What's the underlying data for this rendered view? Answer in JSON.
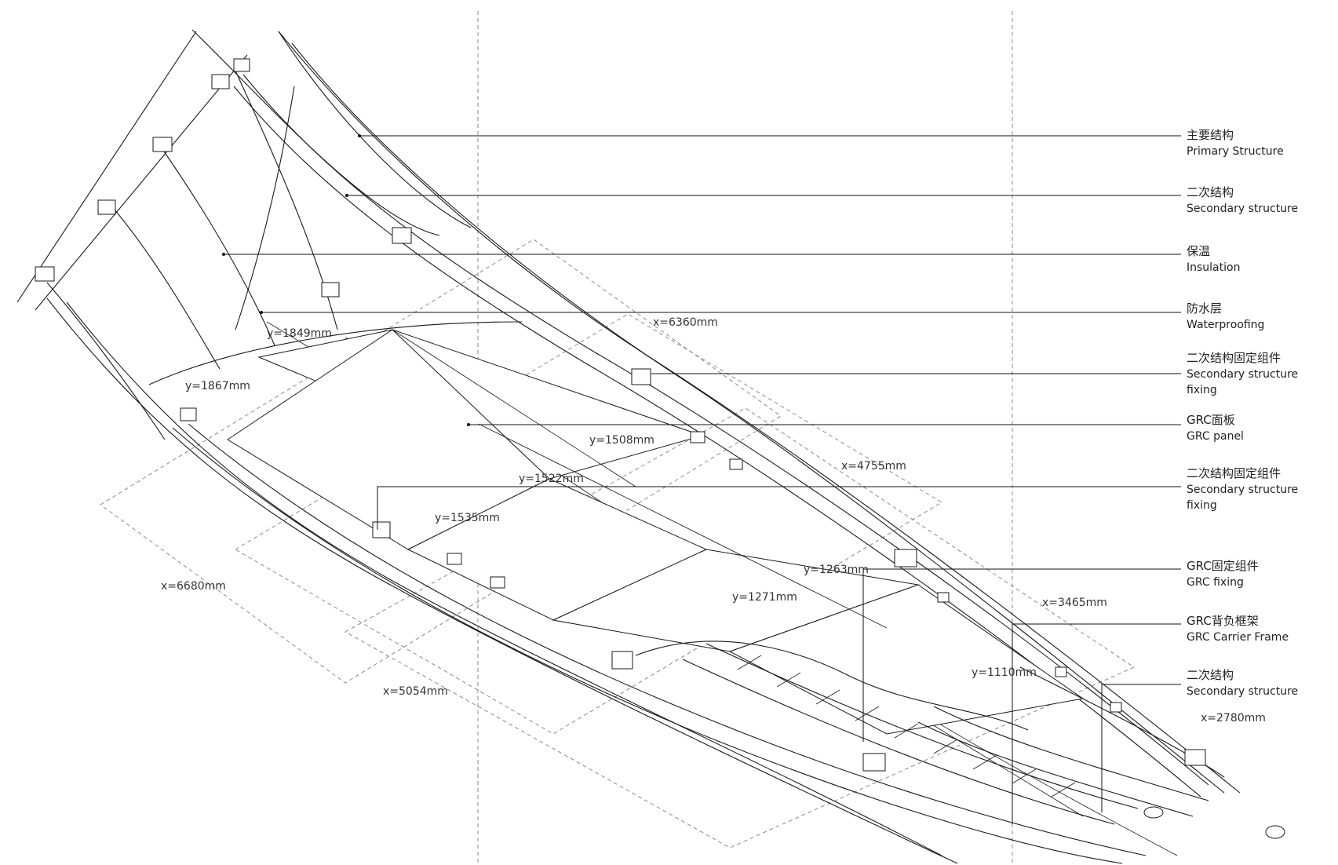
{
  "callouts": [
    {
      "cn": "主要结构",
      "en": [
        "Primary Structure"
      ]
    },
    {
      "cn": "二次结构",
      "en": [
        "Secondary structure"
      ]
    },
    {
      "cn": "保温",
      "en": [
        "Insulation"
      ]
    },
    {
      "cn": "防水层",
      "en": [
        "Waterproofing"
      ]
    },
    {
      "cn": "二次结构固定组件",
      "en": [
        "Secondary structure",
        "fixing"
      ]
    },
    {
      "cn": "GRC面板",
      "en": [
        "GRC panel"
      ]
    },
    {
      "cn": "二次结构固定组件",
      "en": [
        "Secondary structure",
        "fixing"
      ]
    },
    {
      "cn": "GRC固定组件",
      "en": [
        "GRC fixing"
      ]
    },
    {
      "cn": "GRC背负框架",
      "en": [
        "GRC Carrier Frame"
      ]
    },
    {
      "cn": "二次结构",
      "en": [
        "Secondary structure"
      ]
    }
  ],
  "dimensions": [
    "x=6360mm",
    "x=4755mm",
    "x=3465mm",
    "x=2780mm",
    "x=6680mm",
    "x=5054mm",
    "y=1849mm",
    "y=1867mm",
    "y=1508mm",
    "y=1522mm",
    "y=1535mm",
    "y=1263mm",
    "y=1271mm",
    "y=1110mm"
  ]
}
